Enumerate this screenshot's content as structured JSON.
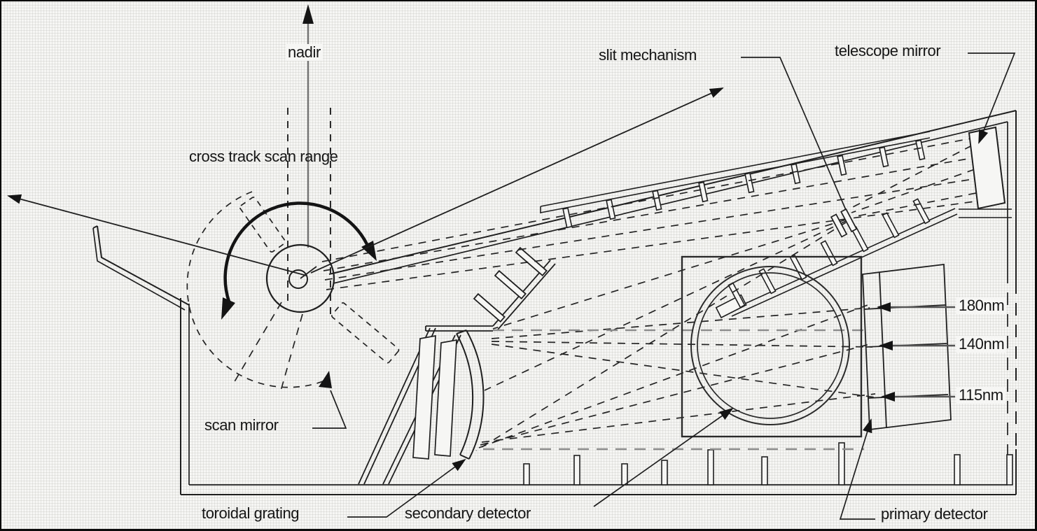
{
  "figure": {
    "labels": {
      "nadir": "nadir",
      "cross_track_scan_range": "cross track scan range",
      "scan_mirror": "scan mirror",
      "slit_mechanism": "slit mechanism",
      "telescope_mirror": "telescope mirror",
      "toroidal_grating": "toroidal grating",
      "secondary_detector": "secondary detector",
      "primary_detector": "primary detector"
    },
    "wavelength_markers": [
      "180nm",
      "140nm",
      "115nm"
    ],
    "colors": {
      "ink": "#1a1a1a",
      "paper": "#f6f6f4",
      "gray_line": "#8d8d8d"
    }
  }
}
